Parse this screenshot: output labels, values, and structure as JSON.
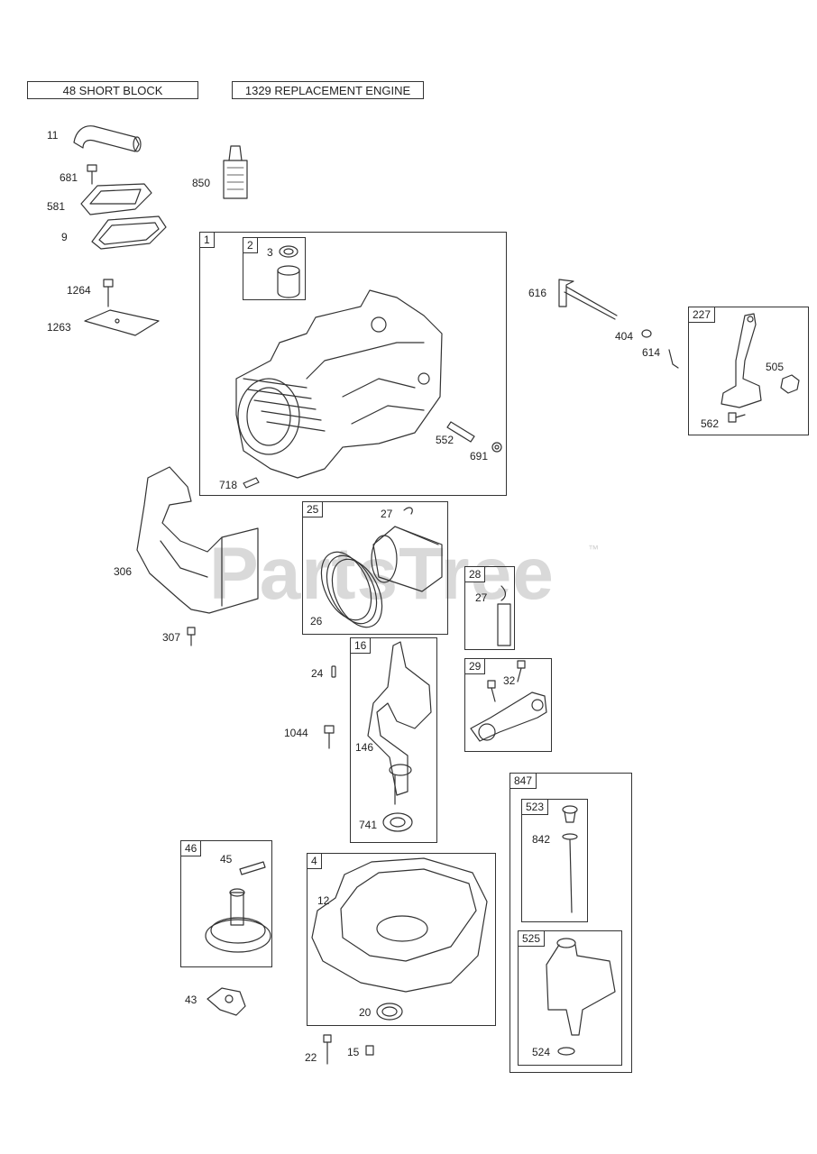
{
  "headers": [
    "48 SHORT BLOCK",
    "1329 REPLACEMENT ENGINE"
  ],
  "watermark": {
    "text": "PartsTree",
    "tm": "™"
  },
  "groups": {
    "g1": "1",
    "g2": "2",
    "g25": "25",
    "g28": "28",
    "g16": "16",
    "g29": "29",
    "g227": "227",
    "g46": "46",
    "g4": "4",
    "g847": "847",
    "g523": "523",
    "g525": "525"
  },
  "labels": {
    "l11": "11",
    "l681": "681",
    "l581": "581",
    "l9": "9",
    "l850": "850",
    "l1264": "1264",
    "l1263": "1263",
    "l3": "3",
    "l616": "616",
    "l404": "404",
    "l614": "614",
    "l505": "505",
    "l562": "562",
    "l552": "552",
    "l691": "691",
    "l718": "718",
    "l306": "306",
    "l307": "307",
    "l27a": "27",
    "l26": "26",
    "l27b": "27",
    "l24": "24",
    "l1044": "1044",
    "l146": "146",
    "l741": "741",
    "l32": "32",
    "l842": "842",
    "l45": "45",
    "l12": "12",
    "l43": "43",
    "l20": "20",
    "l22": "22",
    "l15": "15",
    "l524": "524"
  }
}
